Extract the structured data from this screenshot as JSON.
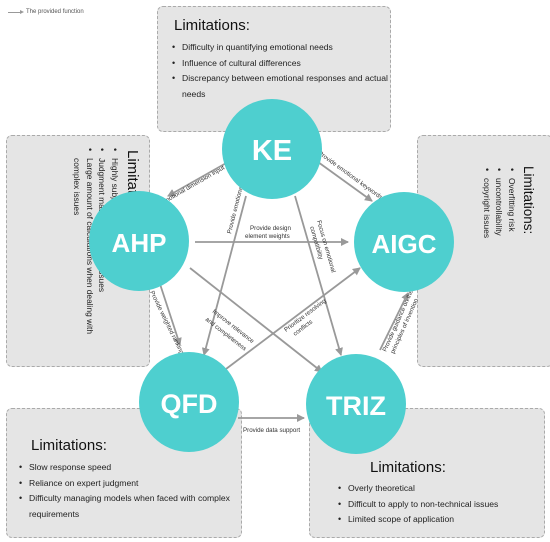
{
  "legend": {
    "text": "The provided function"
  },
  "limitations_title": "Limitations:",
  "boxes": {
    "ke": {
      "items": [
        "Difficulty in quantifying emotional needs",
        "Influence of cultural differences",
        "Discrepancy between emotional responses and actual needs"
      ]
    },
    "ahp": {
      "items": [
        "Highly subjective",
        "Judgment matrix consistency issues",
        "Large amount of calculations when dealing with complex issues"
      ]
    },
    "aigc": {
      "items": [
        "Overfitting risk",
        "uncontrollability",
        "copyright issues"
      ]
    },
    "qfd": {
      "items": [
        "Slow response speed",
        "Reliance on expert judgment",
        "Difficulty managing models when faced with complex requirements"
      ]
    },
    "triz": {
      "items": [
        "Overly theoretical",
        "Difficult to apply to non-technical issues",
        "Limited scope of application"
      ]
    }
  },
  "nodes": {
    "ke": "KE",
    "ahp": "AHP",
    "aigc": "AIGC",
    "qfd": "QFD",
    "triz": "TRIZ"
  },
  "node_color": "#4ecfcf",
  "arrow_color": "#999999",
  "edges": {
    "ke_ahp": "Emotional dimension input",
    "ke_aigc": "Provide emotional keywords",
    "ke_qfd": "Provide emotional ne",
    "ahp_aigc_1": "Provide design",
    "ahp_aigc_2": "element weights",
    "ahp_qfd": "Provide weighted ranking",
    "ahp_triz_1": "Improve relevance",
    "ahp_triz_2": "and completeness",
    "aigc_ke_1": "Focus on emotional",
    "aigc_ke_2": "compatibility",
    "triz_qfd_1": "Prioritize resolving",
    "triz_qfd_2": "conflicts",
    "triz_aigc_1": "Provide guidance on the",
    "triz_aigc_2": "principles of invention",
    "qfd_triz": "Provide data support"
  }
}
